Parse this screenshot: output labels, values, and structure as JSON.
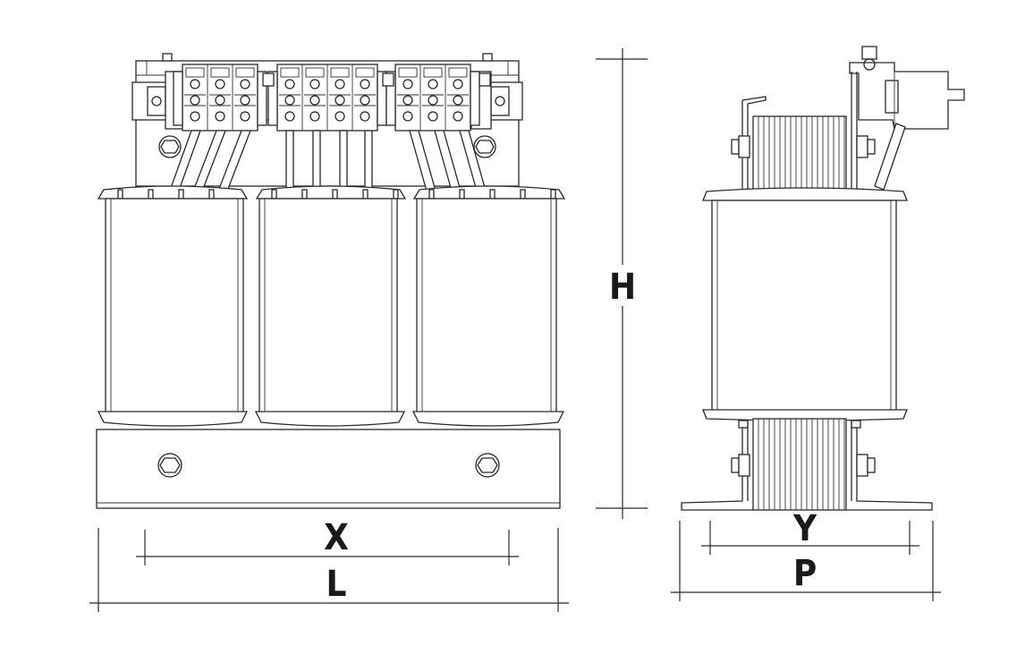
{
  "diagram": {
    "dimension_labels": {
      "height": "H",
      "length": "L",
      "mounting_x": "X",
      "depth": "P",
      "mounting_y": "Y"
    },
    "views": [
      "front-view",
      "side-view"
    ]
  }
}
